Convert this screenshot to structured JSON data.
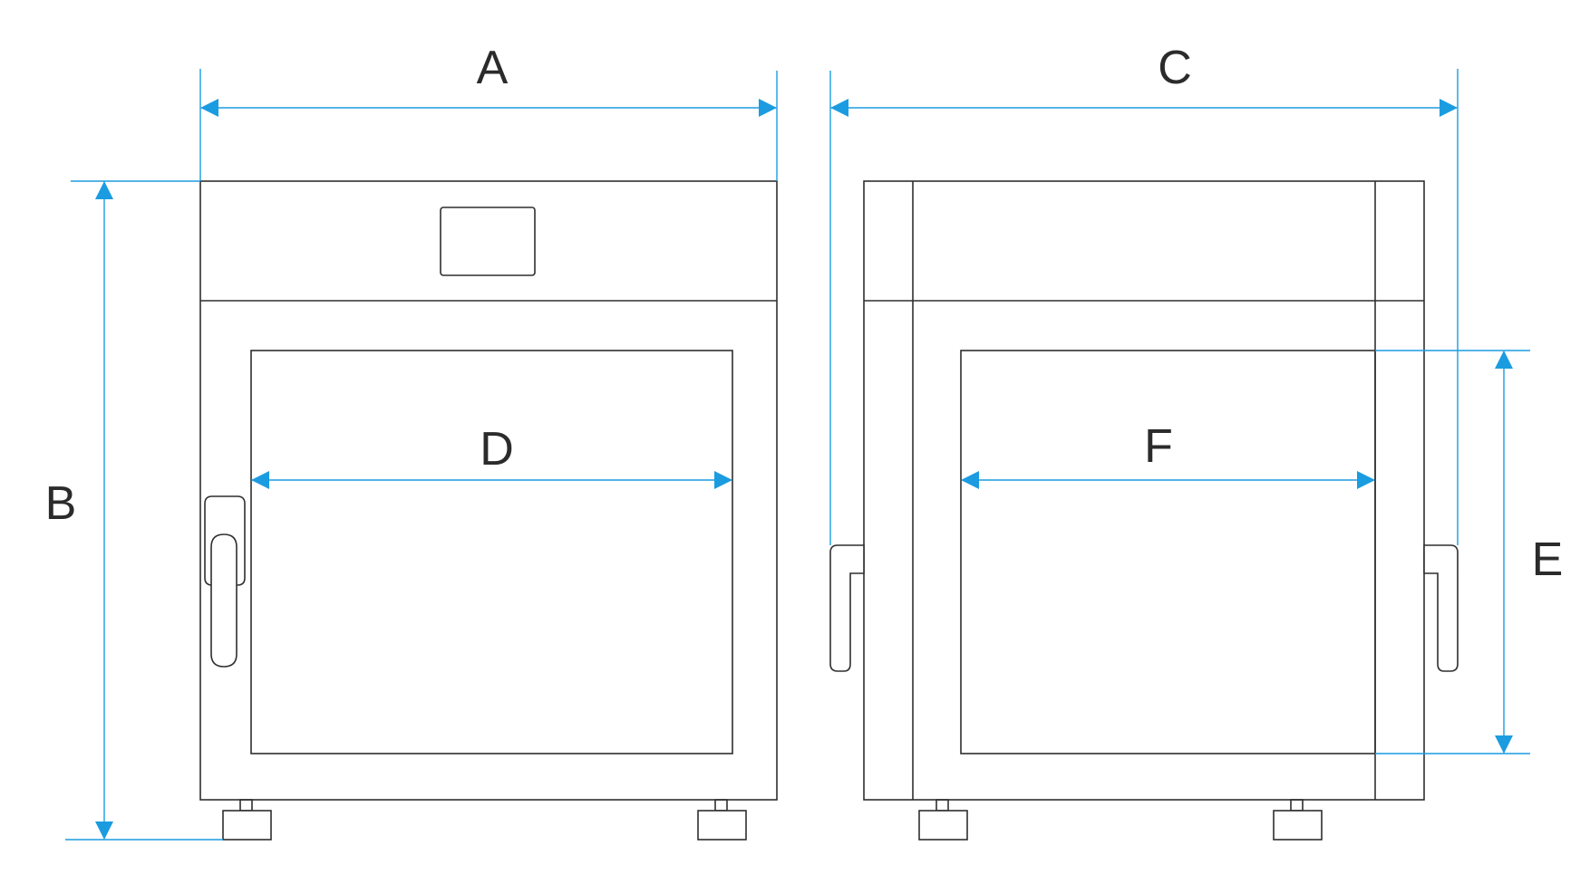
{
  "labels": {
    "a": "A",
    "b": "B",
    "c": "C",
    "d": "D",
    "e": "E",
    "f": "F"
  },
  "colors": {
    "dimension_line": "#1b9ce0",
    "outline": "#2f2f2f",
    "label": "#2b2b2b"
  }
}
